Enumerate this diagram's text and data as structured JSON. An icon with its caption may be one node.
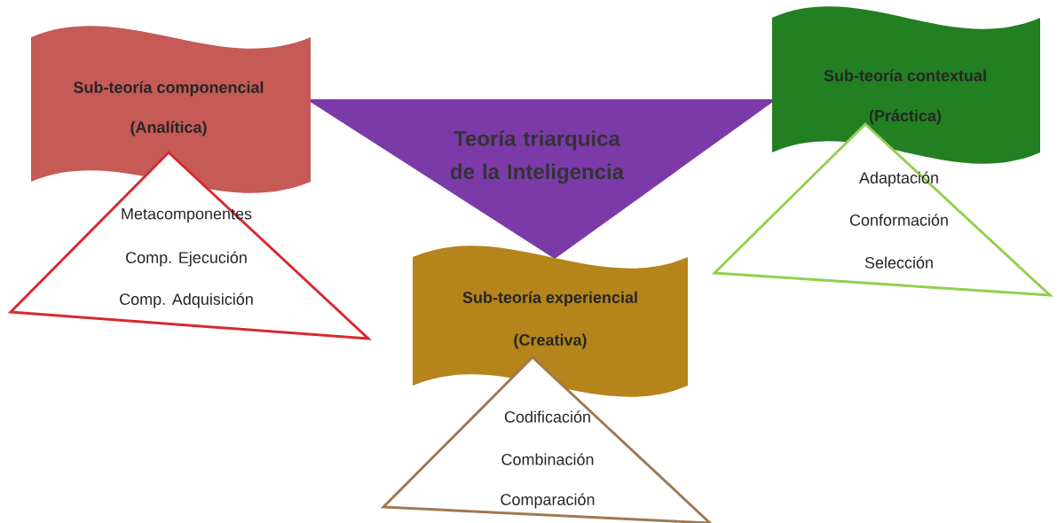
{
  "diagram": {
    "nodes": [
      {
        "text": [
          "Sub-teoría componencial",
          "(Analítica)"
        ]
      },
      {
        "text": [
          "Teoría triarquica de la Inteligencia"
        ]
      },
      {
        "text": [
          "Sub-teoría contextual",
          "(Práctica)"
        ]
      },
      {
        "text": [
          "Metacomponentes",
          "Comp. Ejecución",
          "Comp. Adquisición"
        ]
      },
      {
        "text": [
          "Adaptación",
          "Conformación",
          "Selección"
        ]
      },
      {
        "text": [
          "Sub-teoría experiencial",
          "(Creativa)"
        ]
      },
      {
        "text": [
          "Codificación",
          "Combinación",
          "Comparación"
        ]
      }
    ]
  }
}
